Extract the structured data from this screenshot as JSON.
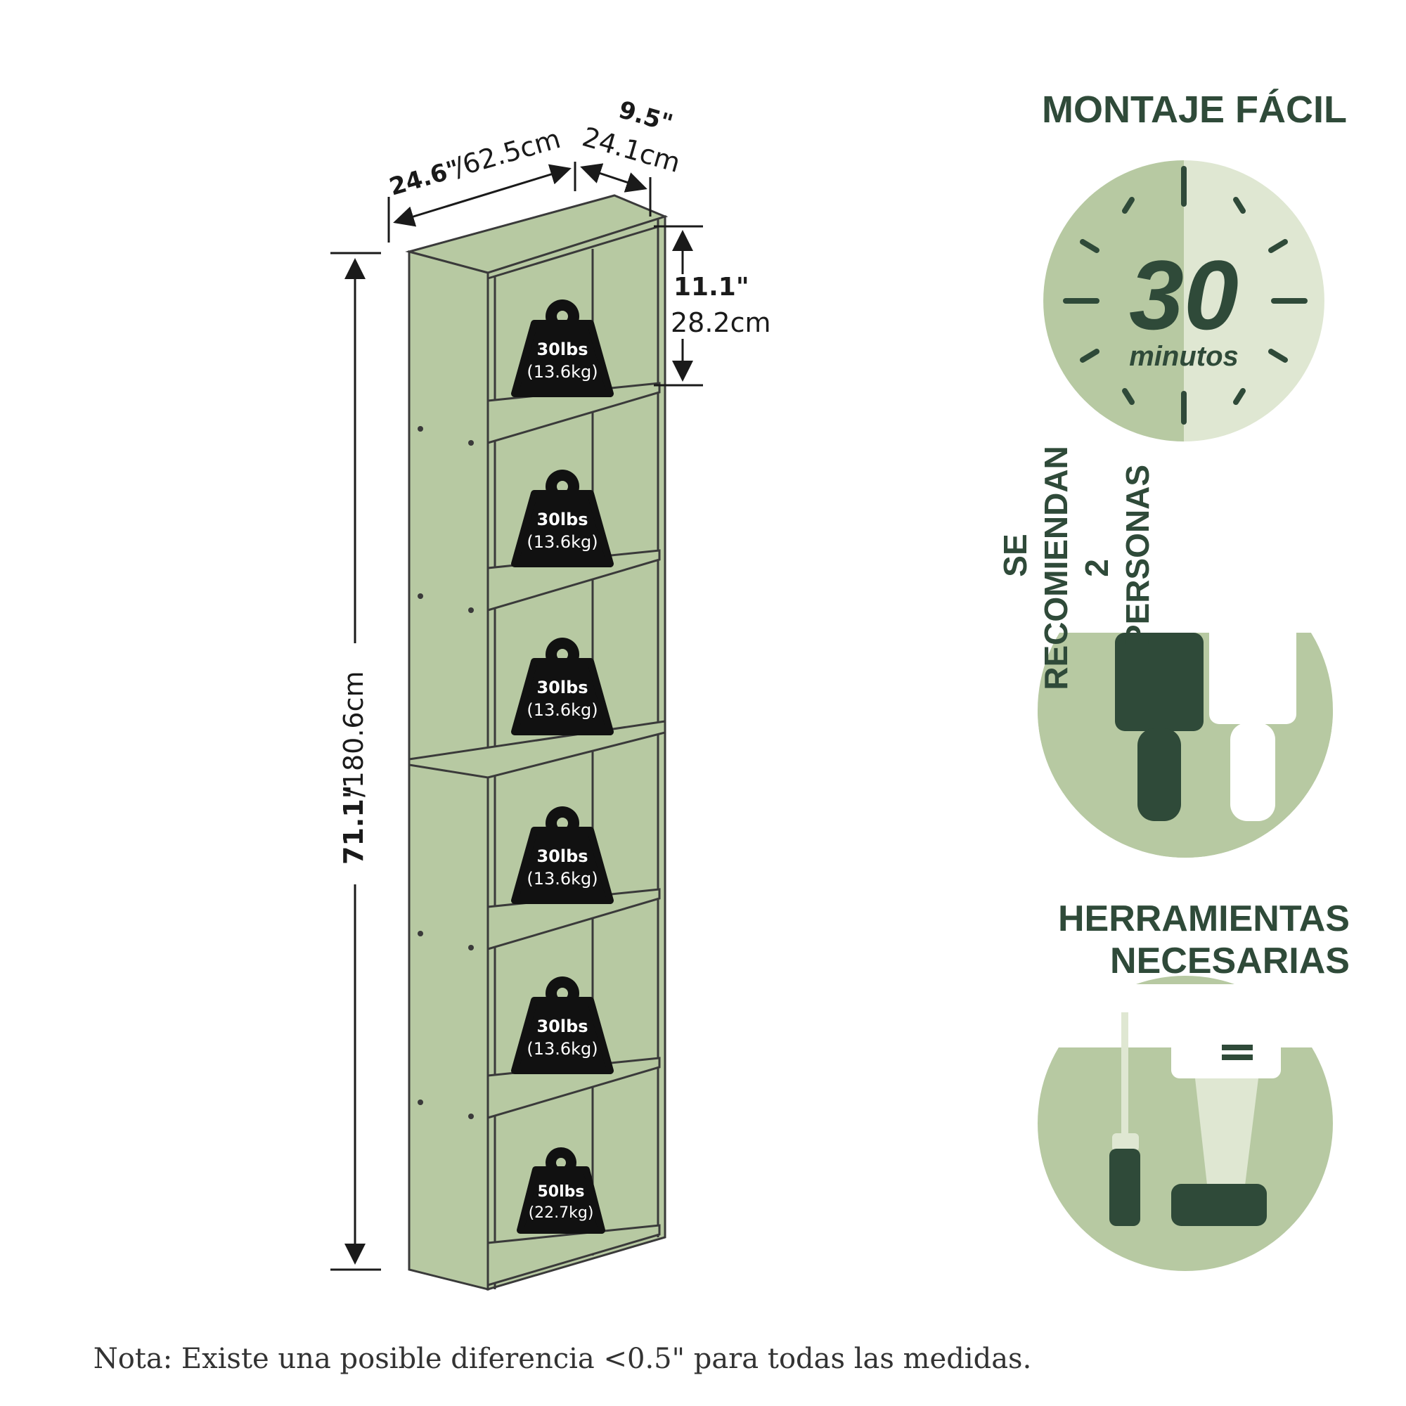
{
  "colors": {
    "panel": "#b7c9a2",
    "panel_light": "#dfe7d2",
    "dark_green": "#2f4a39",
    "outline": "#3a3a3a",
    "weight_tag": "#111111"
  },
  "dimensions": {
    "width_in": "24.6\"",
    "width_cm": "/62.5cm",
    "depth_in": "9.5\"",
    "depth_cm": "24.1cm",
    "shelf_in": "11.1\"",
    "shelf_cm": "28.2cm",
    "height_in": "71.1\"",
    "height_cm": "/180.6cm"
  },
  "weights": [
    {
      "lbs": "30lbs",
      "kg": "(13.6kg)"
    },
    {
      "lbs": "30lbs",
      "kg": "(13.6kg)"
    },
    {
      "lbs": "30lbs",
      "kg": "(13.6kg)"
    },
    {
      "lbs": "30lbs",
      "kg": "(13.6kg)"
    },
    {
      "lbs": "30lbs",
      "kg": "(13.6kg)"
    },
    {
      "lbs": "50lbs",
      "kg": "(22.7kg)"
    }
  ],
  "assembly": {
    "title": "MONTAJE FÁCIL",
    "minutes_value": "30",
    "minutes_label": "minutos"
  },
  "people": {
    "line1": "SE",
    "line2": "RECOMIENDAN",
    "line3": "2",
    "line4": "PERSONAS"
  },
  "tools": {
    "line1": "HERRAMIENTAS",
    "line2": "NECESARIAS"
  },
  "note": "Nota: Existe una posible diferencia <0.5\" para todas las medidas.",
  "icons": [
    "weight-icon",
    "clock-icon",
    "people-icon",
    "screwdriver-icon",
    "drill-icon"
  ]
}
